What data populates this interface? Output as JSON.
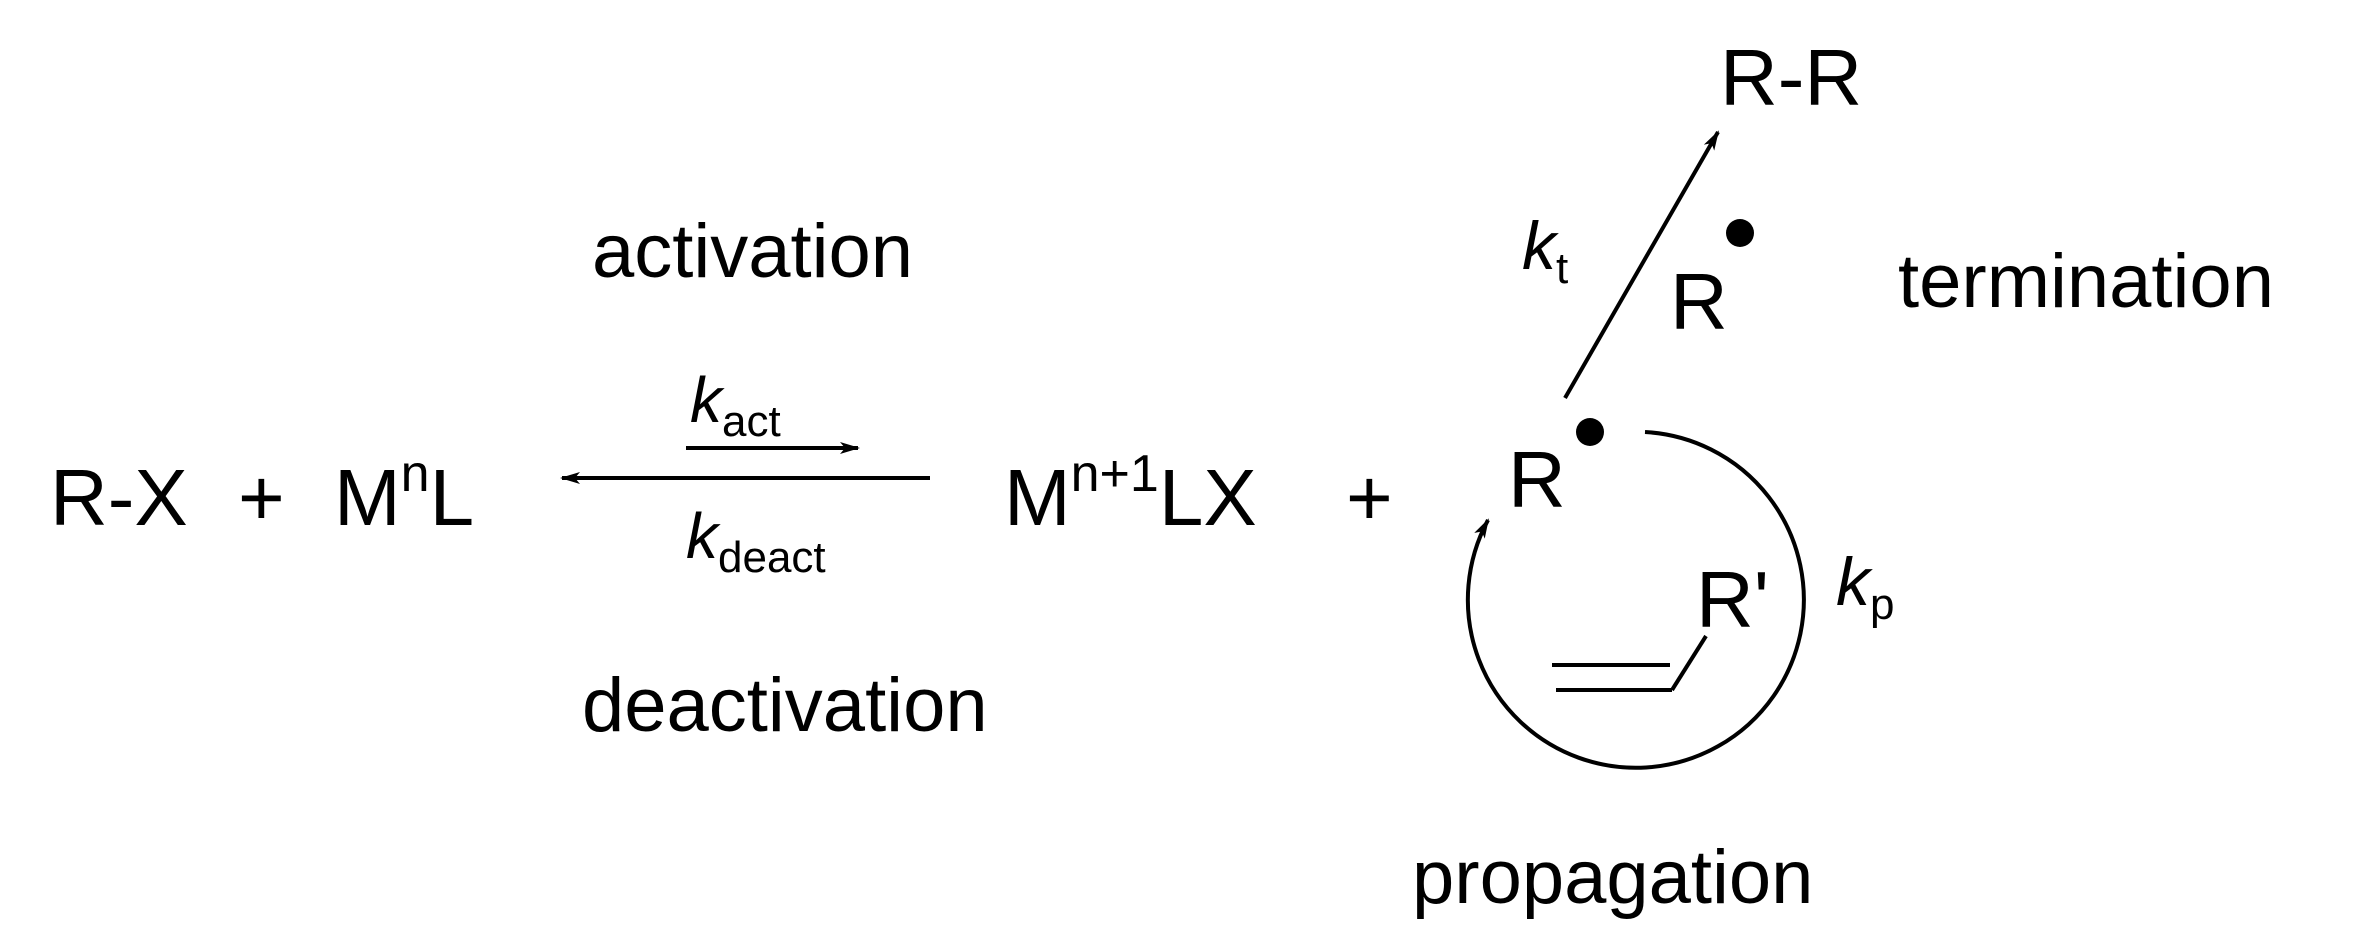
{
  "scheme": {
    "reactant_rx": "R-X",
    "plus_1": "+",
    "metal_base": "M",
    "metal_ox": "n",
    "metal_ligand": "L",
    "k_symbol": "k",
    "k_act_sub": "act",
    "k_deact_sub": "deact",
    "product_base": "M",
    "product_ox": "n+1",
    "product_rest": "LX",
    "plus_2": "+",
    "radical": "R",
    "radical_2": "R",
    "monomer_sub": "R'",
    "termination_product": "R-R",
    "k_t_sub": "t",
    "k_p_sub": "p"
  },
  "labels": {
    "activation": "activation",
    "deactivation": "deactivation",
    "termination": "termination",
    "propagation": "propagation"
  }
}
